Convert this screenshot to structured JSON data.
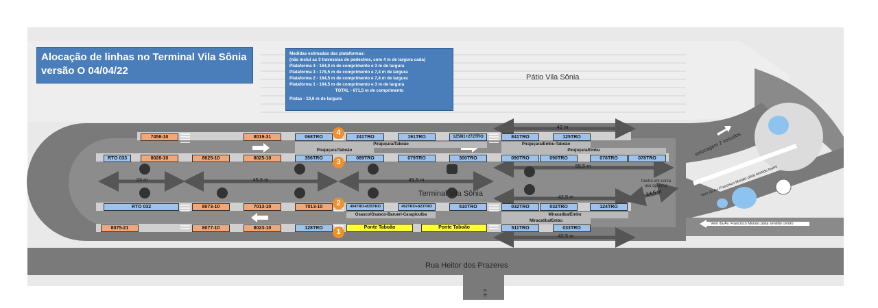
{
  "title": {
    "line1": "Alocação de linhas no Terminal Vila Sônia",
    "line2": "versão O 04/04/22"
  },
  "info": {
    "l1": "Medidas estimadas das plataformas:",
    "l2": "(não inclui as 3 travessias de pedestres, com 4 m de largura cada)",
    "l3": "Plataforma 4 - 164,0 m de comprimento e 3 m de largura",
    "l4": "Plataforma 3 - 178,5 m de comprimento e 7,4 m de largura",
    "l5": "Plataforma 2 - 164,5 m de comprimento e 7,4 m de largura",
    "l6": "Plataforma 1 - 164,5 m de comprimento e 3 m de largura",
    "l7": "TOTAL - 671,5 m de comprimento",
    "l8": "Pistas - 10,6 m de largura"
  },
  "places": {
    "patio": "Pátio Vila Sônia",
    "terminal": "Terminal Vila Sônia",
    "street": "Rua Heitor dos Prazeres",
    "side_street": "o Jr.",
    "estocagem": "estocagem 2 veículos",
    "trecho1": "trecho em curva",
    "trecho2": "uso opcional",
    "ramp_in": "Vem da Av. Francisco Morato pista sentido bairro",
    "ramp_center": "Vem da Av. Francisco Morato pista sentido centro"
  },
  "platform_badges": [
    "4",
    "3",
    "2",
    "1"
  ],
  "labels": {
    "b7458": "7458-10",
    "b8019": "8019-31",
    "b068": "068TRO",
    "b241": "241TRO",
    "b191": "191TRO",
    "b1258": "1258I1+272TRO",
    "b841": "841TRO",
    "b125": "125TRO",
    "rto033": "RTO 033",
    "b8026": "8026-10",
    "b8025a": "8025-10",
    "b8025b": "8025-10",
    "b356": "356TRO",
    "b089": "089TRO",
    "b079": "079TRO",
    "b300": "300TRO",
    "b090a": "090TRO",
    "b090b": "090TRO",
    "b078a": "078TRO",
    "b078b": "078TRO",
    "rto032": "RTO 032",
    "b8073": "8073-10",
    "b7013a": "7013-10",
    "b7013b": "7013-10",
    "b404": "404TRO+835TRO",
    "b492": "492TRO+823TRO",
    "b510": "510TRO",
    "b032a": "032TRO",
    "b032b": "032TRO",
    "b124": "124TRO",
    "b8075": "8075-21",
    "b8077": "8077-10",
    "b8023": "8023-10",
    "b128": "128TRO",
    "pt1": "Ponte Taboão",
    "pt2": "Ponte Taboão",
    "b511": "511TRO",
    "b033": "033TRO"
  },
  "bands": {
    "pir_tab_a": "Pirajuçara/Taboão",
    "pir_emb_tab": "Pirajuçara/Embu-Taboão",
    "pir_tab_b": "Pirajuçara/Taboão",
    "pir_emb": "Pirajuçara/Embu",
    "osasco": "Osasco/Osasco-Barueri-Carapicuíba",
    "mir_emb_a": "Miracatiba/Embu",
    "mir_emb_b": "Miracatiba/Embu"
  },
  "measures": {
    "m42top": "42 m",
    "m55": "55,5 m",
    "m23": "23 m",
    "m45a": "45,5 m",
    "m45b": "45,5 m",
    "m42_5a": "42,5 m",
    "m14": "14,5 m",
    "m42_5b": "42,5 m"
  },
  "colors": {
    "blue_label": "#9dc3ec",
    "orange_label": "#f0a77a",
    "yellow_label": "#ffff33",
    "badge": "#f0902c",
    "title_box": "#4a7ebb",
    "road": "#6d6d6d",
    "lane": "#8a8a8a",
    "platform": "#d8d8d8"
  }
}
